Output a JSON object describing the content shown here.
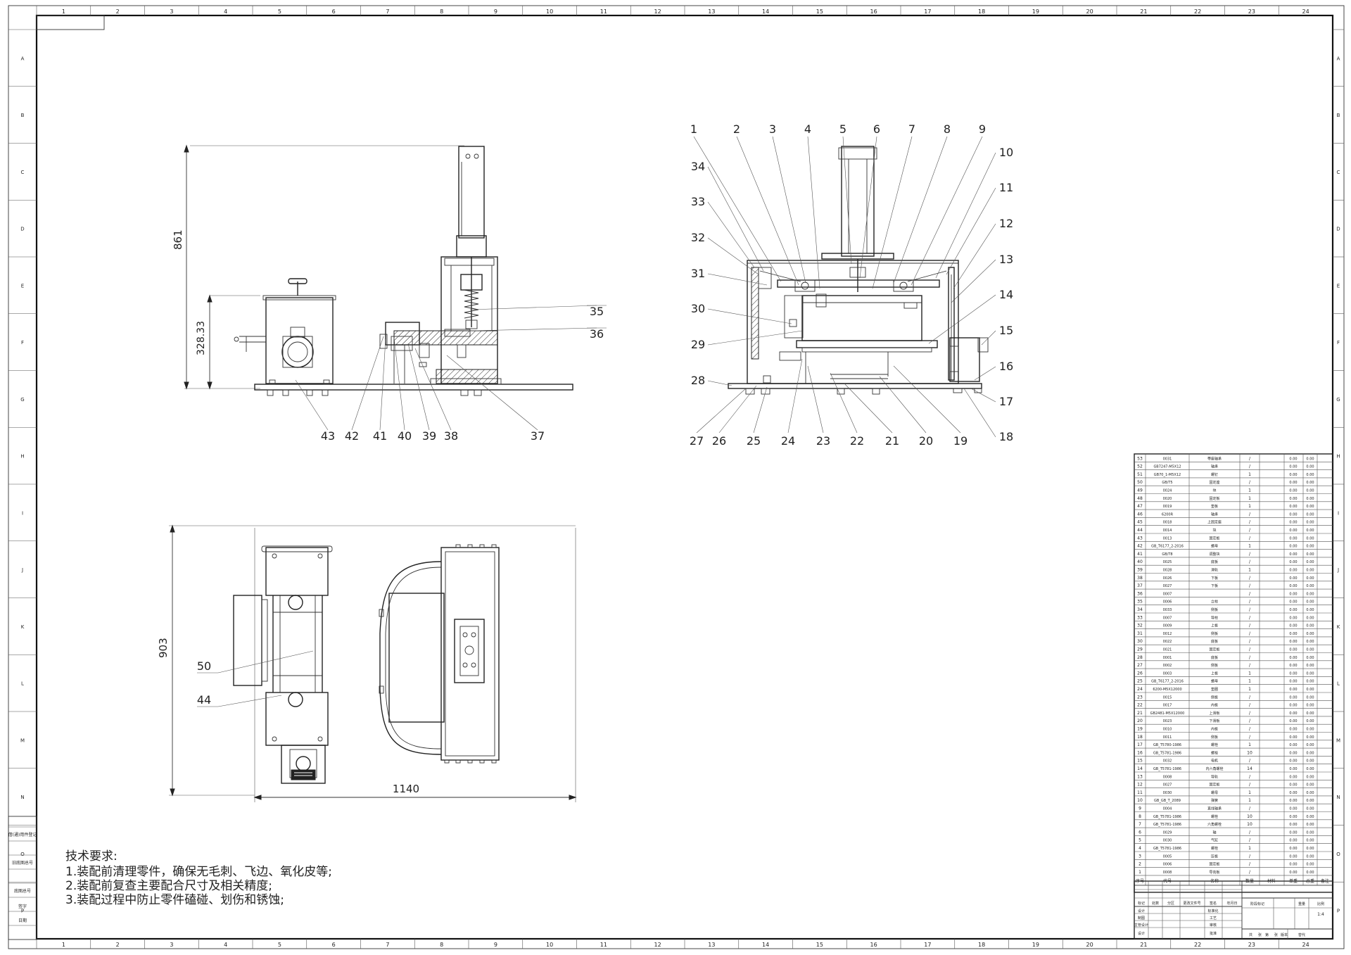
{
  "drawing": {
    "frame_col_numbers": [
      "1",
      "2",
      "3",
      "4",
      "5",
      "6",
      "7",
      "8",
      "9",
      "10",
      "11",
      "12",
      "13",
      "14",
      "15",
      "16",
      "17",
      "18",
      "19",
      "20",
      "21",
      "22",
      "23",
      "24"
    ],
    "frame_row_marks": [
      "A",
      "B",
      "C",
      "D",
      "E",
      "F",
      "G",
      "H",
      "I",
      "J",
      "K",
      "L",
      "M",
      "N",
      "O",
      "P"
    ],
    "side_view": {
      "dimensions": [
        "861",
        "328.33"
      ],
      "callouts": [
        "35",
        "36",
        "37",
        "38",
        "39",
        "40",
        "41",
        "42",
        "43"
      ]
    },
    "front_view": {
      "callouts_top": [
        "1",
        "2",
        "3",
        "4",
        "5",
        "6",
        "7",
        "8",
        "9"
      ],
      "callouts_right": [
        "10",
        "11",
        "12",
        "13",
        "14",
        "15",
        "16",
        "17",
        "18"
      ],
      "callouts_bottom": [
        "19",
        "20",
        "21",
        "22",
        "23",
        "24",
        "25",
        "26",
        "27"
      ],
      "callouts_left": [
        "28",
        "29",
        "30",
        "31",
        "32",
        "33",
        "34"
      ]
    },
    "top_view": {
      "dimensions": [
        "903",
        "1140"
      ],
      "callouts": [
        "50",
        "44"
      ]
    },
    "tech_notes": {
      "title": "技术要求:",
      "lines": [
        "1.装配前清理零件，确保无毛刺、飞边、氧化皮等;",
        "2.装配前复查主要配合尺寸及相关精度;",
        "3.装配过程中防止零件磕碰、划伤和锈蚀;"
      ]
    },
    "bom": {
      "rows": [
        [
          "53",
          "0031",
          "带座轴承",
          "/",
          "0.00",
          "0.00"
        ],
        [
          "52",
          "GB7247-M5X12",
          "轴承",
          "/",
          "0.00",
          "0.00"
        ],
        [
          "51",
          "GB70_1-M5X12",
          "螺钉",
          "1",
          "0.00",
          "0.00"
        ],
        [
          "50",
          "GB/T5",
          "固定座",
          "/",
          "0.00",
          "0.00"
        ],
        [
          "49",
          "0024",
          "块",
          "1",
          "0.00",
          "0.00"
        ],
        [
          "48",
          "0020",
          "固定板",
          "1",
          "0.00",
          "0.00"
        ],
        [
          "47",
          "0019",
          "垫板",
          "1",
          "0.00",
          "0.00"
        ],
        [
          "46",
          "6200R",
          "轴承",
          "/",
          "0.00",
          "0.00"
        ],
        [
          "45",
          "0018",
          "上固定座",
          "/",
          "0.00",
          "0.00"
        ],
        [
          "44",
          "0014",
          "块",
          "/",
          "0.00",
          "0.00"
        ],
        [
          "43",
          "0013",
          "固定板",
          "/",
          "0.00",
          "0.00"
        ],
        [
          "42",
          "GB_T6177_2-2016",
          "螺母",
          "1",
          "0.00",
          "0.00"
        ],
        [
          "41",
          "GB/T8",
          "调整块",
          "/",
          "0.00",
          "0.00"
        ],
        [
          "40",
          "0025",
          "底板",
          "/",
          "0.00",
          "0.00"
        ],
        [
          "39",
          "0028",
          "滑轨",
          "1",
          "0.00",
          "0.00"
        ],
        [
          "38",
          "0026",
          "下板",
          "/",
          "0.00",
          "0.00"
        ],
        [
          "37",
          "0027",
          "下板",
          "/",
          "0.00",
          "0.00"
        ],
        [
          "36",
          "0007",
          "",
          "/",
          "0.00",
          "0.00"
        ],
        [
          "35",
          "0006",
          "立柱",
          "/",
          "0.00",
          "0.00"
        ],
        [
          "34",
          "0033",
          "侧板",
          "/",
          "0.00",
          "0.00"
        ],
        [
          "33",
          "0007",
          "导柱",
          "/",
          "0.00",
          "0.00"
        ],
        [
          "32",
          "0009",
          "上板",
          "/",
          "0.00",
          "0.00"
        ],
        [
          "31",
          "0012",
          "侧板",
          "/",
          "0.00",
          "0.00"
        ],
        [
          "30",
          "0022",
          "底板",
          "/",
          "0.00",
          "0.00"
        ],
        [
          "29",
          "0021",
          "固定板",
          "/",
          "0.00",
          "0.00"
        ],
        [
          "28",
          "0001",
          "底板",
          "/",
          "0.00",
          "0.00"
        ],
        [
          "27",
          "0002",
          "侧板",
          "/",
          "0.00",
          "0.00"
        ],
        [
          "26",
          "0003",
          "上板",
          "1",
          "0.00",
          "0.00"
        ],
        [
          "25",
          "GB_T6177_2-2016",
          "螺母",
          "1",
          "0.00",
          "0.00"
        ],
        [
          "24",
          "6200-M5X12000",
          "垫圈",
          "1",
          "0.00",
          "0.00"
        ],
        [
          "23",
          "0015",
          "侧板",
          "/",
          "0.00",
          "0.00"
        ],
        [
          "22",
          "0017",
          "内板",
          "/",
          "0.00",
          "0.00"
        ],
        [
          "21",
          "GB2481-M5X12000",
          "上滑板",
          "/",
          "0.00",
          "0.00"
        ],
        [
          "20",
          "0023",
          "下滑板",
          "/",
          "0.00",
          "0.00"
        ],
        [
          "19",
          "0010",
          "内板",
          "/",
          "0.00",
          "0.00"
        ],
        [
          "18",
          "0011",
          "侧板",
          "/",
          "0.00",
          "0.00"
        ],
        [
          "17",
          "GB_T5780-1986",
          "螺栓",
          "1",
          "0.00",
          "0.00"
        ],
        [
          "16",
          "GB_T5781-1986",
          "螺栓",
          "10",
          "0.00",
          "0.00"
        ],
        [
          "15",
          "0032",
          "电机",
          "/",
          "0.00",
          "0.00"
        ],
        [
          "14",
          "GB_T5781-1986",
          "内六角螺栓",
          "14",
          "0.00",
          "0.00"
        ],
        [
          "13",
          "0008",
          "导轨",
          "/",
          "0.00",
          "0.00"
        ],
        [
          "12",
          "0027",
          "固定板",
          "/",
          "0.00",
          "0.00"
        ],
        [
          "11",
          "0030",
          "螺母",
          "1",
          "0.00",
          "0.00"
        ],
        [
          "10",
          "GB_GB_T_2089",
          "弹簧",
          "1",
          "0.00",
          "0.00"
        ],
        [
          "9",
          "0004",
          "直线轴承",
          "/",
          "0.00",
          "0.00"
        ],
        [
          "8",
          "GB_T5781-1986",
          "螺栓",
          "10",
          "0.00",
          "0.00"
        ],
        [
          "7",
          "GB_T5781-1986",
          "六角螺栓",
          "10",
          "0.00",
          "0.00"
        ],
        [
          "6",
          "0029",
          "轴",
          "/",
          "0.00",
          "0.00"
        ],
        [
          "5",
          "0030",
          "气缸",
          "/",
          "0.00",
          "0.00"
        ],
        [
          "4",
          "GB_T5781-1986",
          "螺栓",
          "1",
          "0.00",
          "0.00"
        ],
        [
          "3",
          "0005",
          "压板",
          "/",
          "0.00",
          "0.00"
        ],
        [
          "2",
          "0006",
          "固定板",
          "/",
          "0.00",
          "0.00"
        ],
        [
          "1",
          "0008",
          "导向板",
          "/",
          "0.00",
          "0.00"
        ]
      ],
      "header": [
        "序号",
        "代号",
        "名称",
        "数量",
        "材料",
        "单重",
        "总重",
        "备注"
      ]
    },
    "title_block": {
      "row1": [
        "标记",
        "处数",
        "分区",
        "更改文件号",
        "签名",
        "年月日",
        "阶段标记",
        "重量",
        "比例"
      ],
      "scale": "1:4",
      "row2": [
        "设计",
        "标准化",
        "工艺",
        "审核",
        "批准"
      ],
      "sheet_info": [
        "共",
        "张",
        "第",
        "张",
        "版本",
        "替代"
      ],
      "left_cells": [
        "设计",
        "制图",
        "主管设计"
      ]
    },
    "left_strip": [
      "借(通)用件登记",
      "旧底图总号",
      "底图总号",
      "签字",
      "日期"
    ]
  }
}
